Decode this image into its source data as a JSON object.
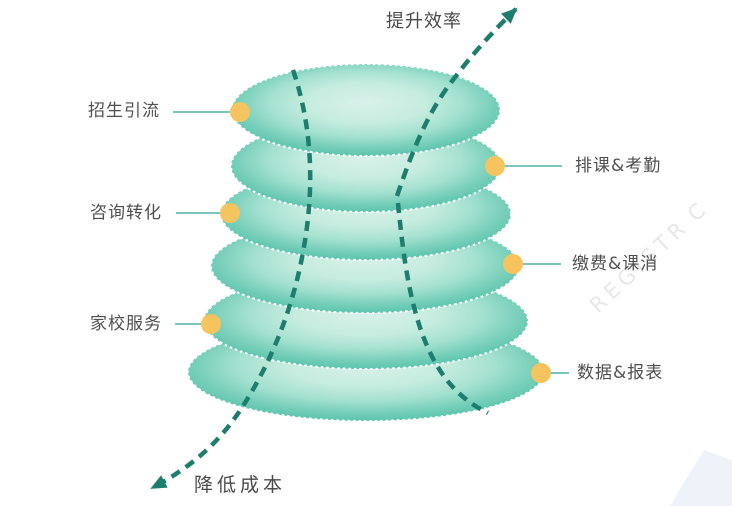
{
  "page": {
    "background": "#ffffff"
  },
  "diagram": {
    "type": "funnel-spiral",
    "top_arrow_label": "提升效率",
    "bottom_arrow_label": "降低成本",
    "rings": [
      {
        "label": "招生引流",
        "side": "left"
      },
      {
        "label": "排课&考勤",
        "side": "right"
      },
      {
        "label": "咨询转化",
        "side": "left"
      },
      {
        "label": "缴费&课消",
        "side": "right"
      },
      {
        "label": "家校服务",
        "side": "left"
      },
      {
        "label": "数据&报表",
        "side": "right"
      }
    ],
    "colors": {
      "ring_edge": "#55c2aa",
      "ring_center": "#d9f1ea",
      "dash_stroke": "#1e7e6e",
      "dot_fill": "#f6c45e",
      "connector_line": "#4db3a5",
      "label_text": "#4f4f4f"
    }
  },
  "watermark": {
    "text": "REGISTR",
    "fragment": "C",
    "color": "#e7e7e7"
  }
}
